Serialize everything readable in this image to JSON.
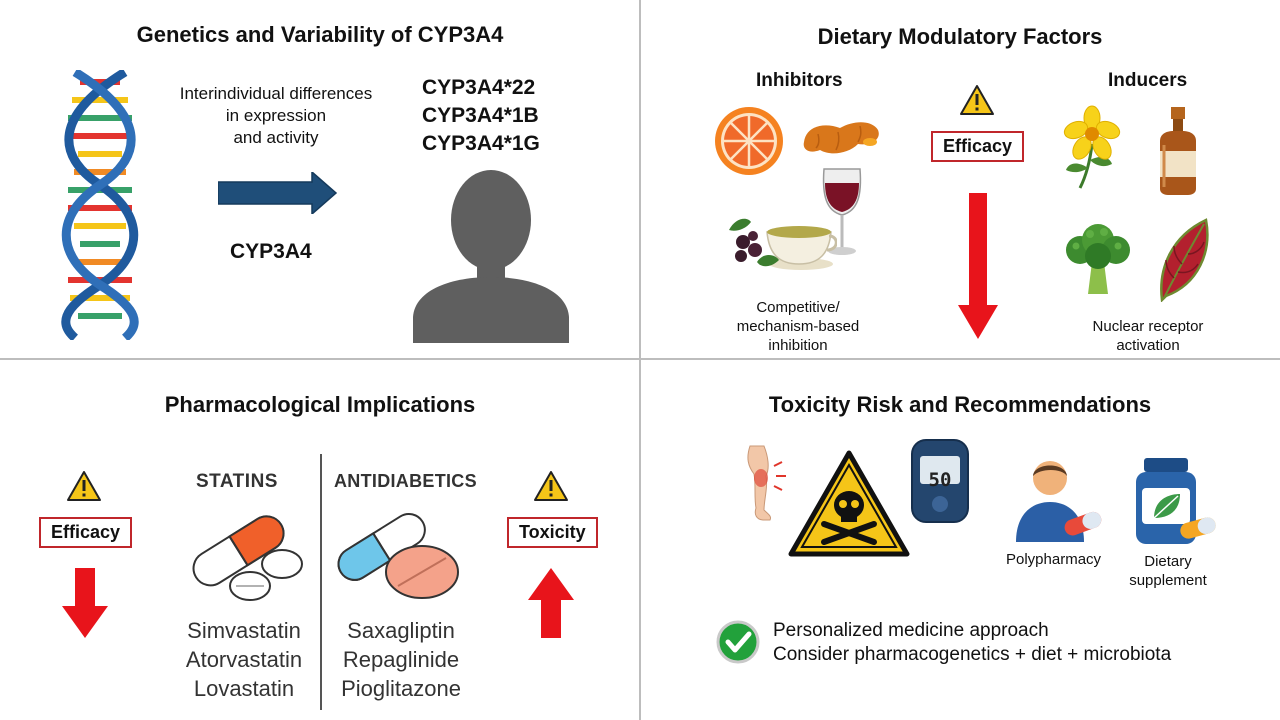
{
  "genetics": {
    "title": "Genetics and Variability of CYP3A4",
    "description": [
      "Interindividual differences",
      "in expression",
      "and activity"
    ],
    "gene_label": "CYP3A4",
    "variants": [
      "CYP3A4*22",
      "CYP3A4*1B",
      "CYP3A4*1G"
    ]
  },
  "dietary": {
    "title": "Dietary Modulatory Factors",
    "inhibitors_heading": "Inhibitors",
    "inducers_heading": "Inducers",
    "center_label": "Efficacy",
    "inhibitors_caption": [
      "Competitive/",
      "mechanism-based",
      "inhibition"
    ],
    "inducers_caption": [
      "Nuclear receptor",
      "activation"
    ]
  },
  "pharmacology": {
    "title": "Pharmacological Implications",
    "efficacy_label": "Efficacy",
    "toxicity_label": "Toxicity",
    "statins_heading": "STATINS",
    "antidiabetics_heading": "ANTIDIABETICS",
    "statins": [
      "Simvastatin",
      "Atorvastatin",
      "Lovastatin"
    ],
    "antidiabetics": [
      "Saxagliptin",
      "Repaglinide",
      "Pioglitazone"
    ]
  },
  "toxicity": {
    "title": "Toxicity Risk and Recommendations",
    "glucometer_reading": "50",
    "polypharmacy_label": "Polypharmacy",
    "supplement_label": [
      "Dietary",
      "supplement"
    ],
    "recommendations": [
      "Personalized medicine approach",
      "Consider pharmacogenetics + diet + microbiota"
    ]
  },
  "colors": {
    "red": "#e8141b",
    "warning_yellow": "#f5c518",
    "navy_arrow": "#1f4e79",
    "silhouette": "#5f5f5f",
    "check_green": "#22a13b",
    "box_border": "#c0262b"
  }
}
